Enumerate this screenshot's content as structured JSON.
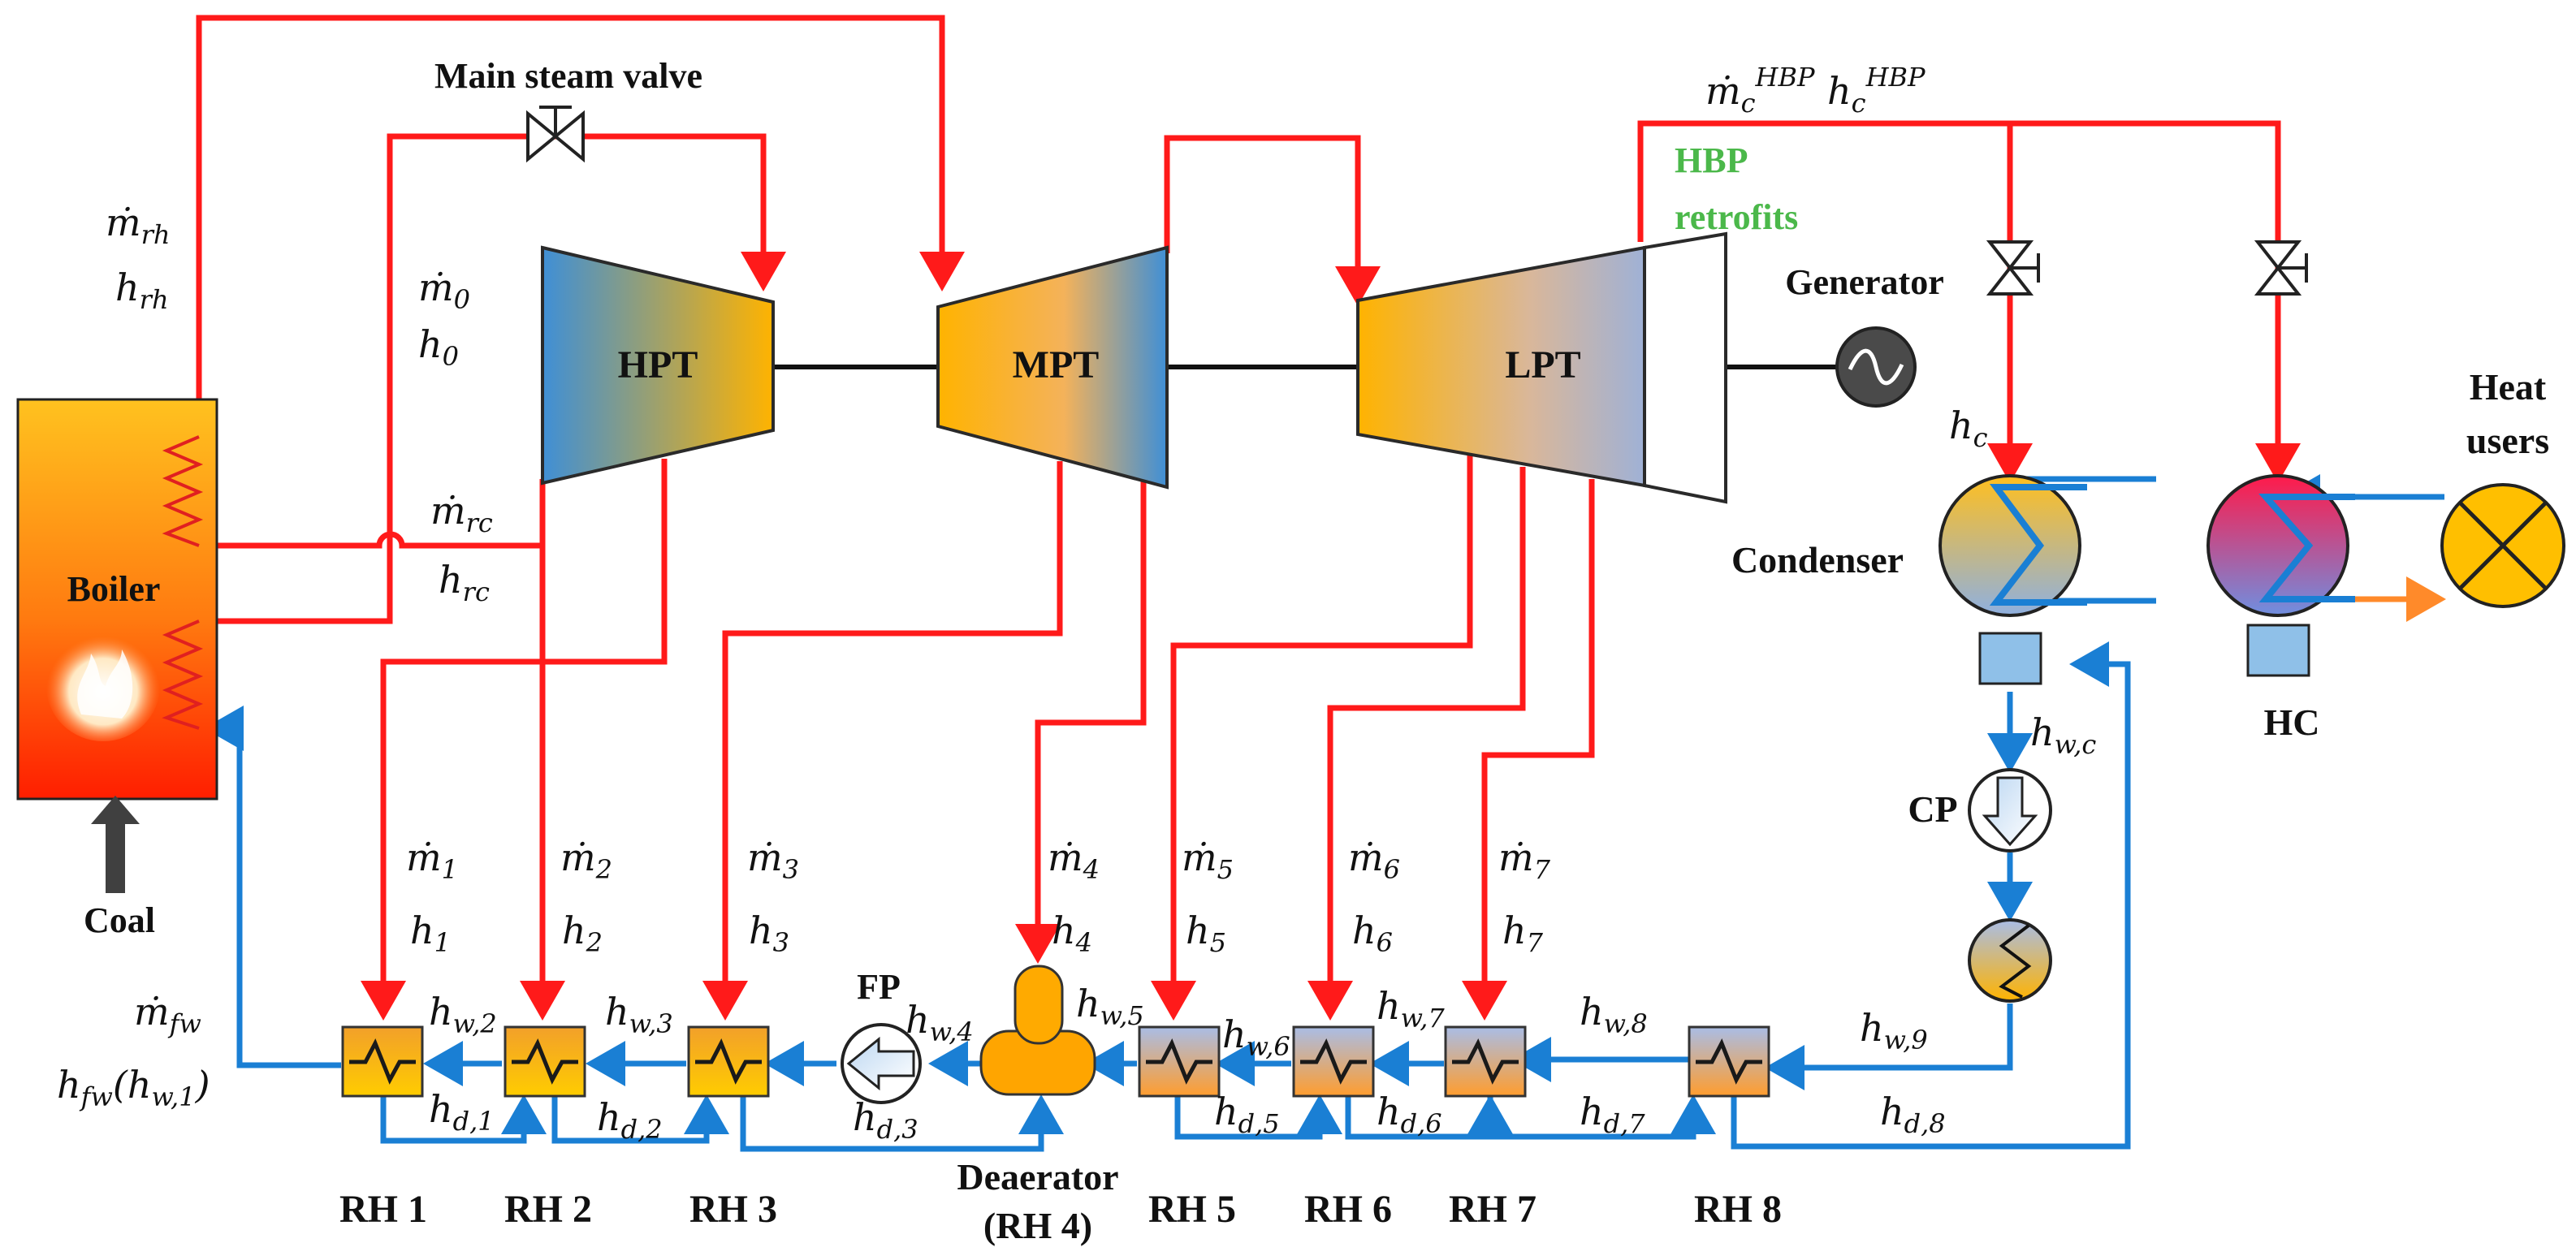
{
  "colors": {
    "steam_line": "#ff1a1a",
    "water_line": "#1a7fd4",
    "hbp_label": "#4bb84a",
    "boiler_top": "#ffbf1f",
    "boiler_bottom": "#ff2a00",
    "turbine_orange": "#ffb300",
    "turbine_blue": "#3f8fd6"
  },
  "labels": {
    "main_steam_valve": "Main steam valve",
    "boiler": "Boiler",
    "coal": "Coal",
    "hpt": "HPT",
    "mpt": "MPT",
    "lpt": "LPT",
    "generator": "Generator",
    "hbp_line1": "HBP",
    "hbp_line2": "retrofits",
    "heat_users_line1": "Heat",
    "heat_users_line2": "users",
    "condenser": "Condenser",
    "hc": "HC",
    "cp": "CP",
    "fp": "FP",
    "deaerator_line1": "Deaerator",
    "deaerator_line2": "(RH 4)",
    "rh1": "RH 1",
    "rh2": "RH 2",
    "rh3": "RH 3",
    "rh5": "RH 5",
    "rh6": "RH 6",
    "rh7": "RH 7",
    "rh8": "RH 8"
  },
  "symbols": {
    "m_rh": "ṁ",
    "m_rh_sub": "rh",
    "h_rh": "h",
    "h_rh_sub": "rh",
    "m_0": "ṁ",
    "m_0_sub": "0",
    "h_0": "h",
    "h_0_sub": "0",
    "m_rc": "ṁ",
    "m_rc_sub": "rc",
    "h_rc": "h",
    "h_rc_sub": "rc",
    "m_c_hbp": "ṁ",
    "m_c_hbp_sub": "c",
    "m_c_hbp_sup": "HBP",
    "h_c_hbp": "h",
    "h_c_hbp_sub": "c",
    "h_c_hbp_sup": "HBP",
    "h_c": "h",
    "h_c_sub": "c",
    "h_wc": "h",
    "h_wc_sub": "w,c",
    "m_fw": "ṁ",
    "m_fw_sub": "fw",
    "h_fw": "h",
    "h_fw_sub": "fw",
    "h_fw_paren": "(h",
    "h_fw_paren_sub": "w,1",
    "h_fw_close": ")",
    "m1": "ṁ",
    "m1_sub": "1",
    "h1": "h",
    "h1_sub": "1",
    "m2": "ṁ",
    "m2_sub": "2",
    "h2": "h",
    "h2_sub": "2",
    "m3": "ṁ",
    "m3_sub": "3",
    "h3": "h",
    "h3_sub": "3",
    "m4": "ṁ",
    "m4_sub": "4",
    "h4": "h",
    "h4_sub": "4",
    "m5": "ṁ",
    "m5_sub": "5",
    "h5": "h",
    "h5_sub": "5",
    "m6": "ṁ",
    "m6_sub": "6",
    "h6": "h",
    "h6_sub": "6",
    "m7": "ṁ",
    "m7_sub": "7",
    "h7": "h",
    "h7_sub": "7",
    "hw2": "h",
    "hw2_sub": "w,2",
    "hw3": "h",
    "hw3_sub": "w,3",
    "hw4": "h",
    "hw4_sub": "w,4",
    "hw5": "h",
    "hw5_sub": "w,5",
    "hw6": "h",
    "hw6_sub": "w,6",
    "hw7": "h",
    "hw7_sub": "w,7",
    "hw8": "h",
    "hw8_sub": "w,8",
    "hw9": "h",
    "hw9_sub": "w,9",
    "hd1": "h",
    "hd1_sub": "d,1",
    "hd2": "h",
    "hd2_sub": "d,2",
    "hd3": "h",
    "hd3_sub": "d,3",
    "hd5": "h",
    "hd5_sub": "d,5",
    "hd6": "h",
    "hd6_sub": "d,6",
    "hd7": "h",
    "hd7_sub": "d,7",
    "hd8": "h",
    "hd8_sub": "d,8"
  }
}
